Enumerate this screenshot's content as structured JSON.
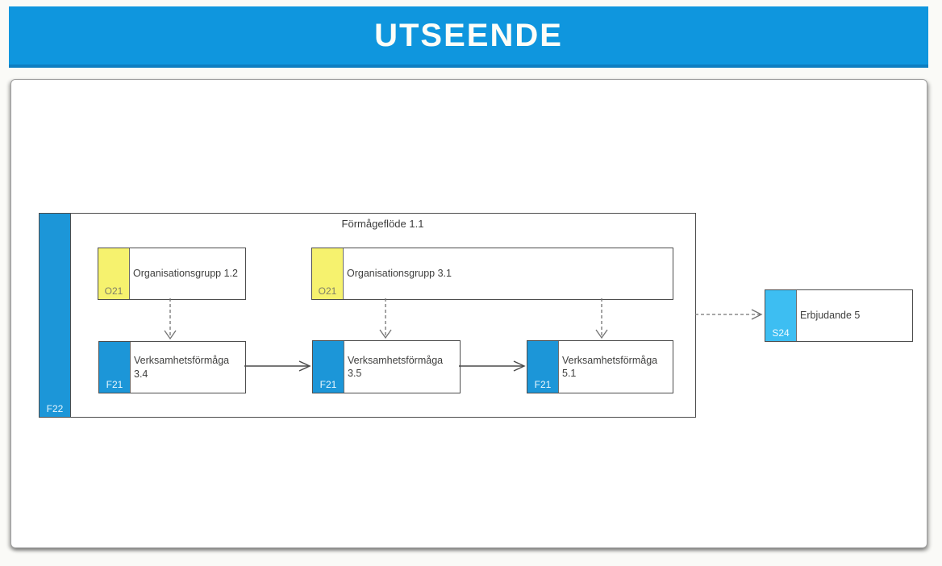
{
  "header": {
    "title": "UTSEENDE"
  },
  "canvas": {
    "container": {
      "tab": "F22",
      "title": "Förmågeflöde 1.1"
    },
    "nodes": [
      {
        "id": "organisationsgrupp-1-2",
        "tab": "O21",
        "line1": "Organisationsgrupp 1.2",
        "line2": ""
      },
      {
        "id": "organisationsgrupp-3-1",
        "tab": "O21",
        "line1": "Organisationsgrupp 3.1",
        "line2": ""
      },
      {
        "id": "verksamhetsformaga-3-4",
        "tab": "F21",
        "line1": "Verksamhetsförmåga",
        "line2": "3.4"
      },
      {
        "id": "verksamhetsformaga-3-5",
        "tab": "F21",
        "line1": "Verksamhetsförmåga",
        "line2": "3.5"
      },
      {
        "id": "verksamhetsformaga-5-1",
        "tab": "F21",
        "line1": "Verksamhetsförmåga",
        "line2": "5.1"
      },
      {
        "id": "erbjudande-5",
        "tab": "S24",
        "line1": "Erbjudande 5",
        "line2": ""
      }
    ],
    "connections": [
      {
        "from": "Organisationsgrupp 1.2",
        "to": "Verksamhetsförmåga 3.4",
        "style": "dashed"
      },
      {
        "from": "Organisationsgrupp 3.1",
        "to": "Verksamhetsförmåga 3.5",
        "style": "dashed"
      },
      {
        "from": "Organisationsgrupp 3.1",
        "to": "Verksamhetsförmåga 5.1",
        "style": "dashed"
      },
      {
        "from": "Verksamhetsförmåga 3.4",
        "to": "Verksamhetsförmåga 3.5",
        "style": "solid"
      },
      {
        "from": "Verksamhetsförmåga 3.5",
        "to": "Verksamhetsförmåga 5.1",
        "style": "solid"
      },
      {
        "from": "Förmågeflöde 1.1",
        "to": "Erbjudande 5",
        "style": "dashed"
      }
    ],
    "colors": {
      "header_blue": "#0f96de",
      "node_blue": "#1c96d8",
      "node_cyan": "#3dbef2",
      "node_yellow": "#f6f26e"
    }
  }
}
